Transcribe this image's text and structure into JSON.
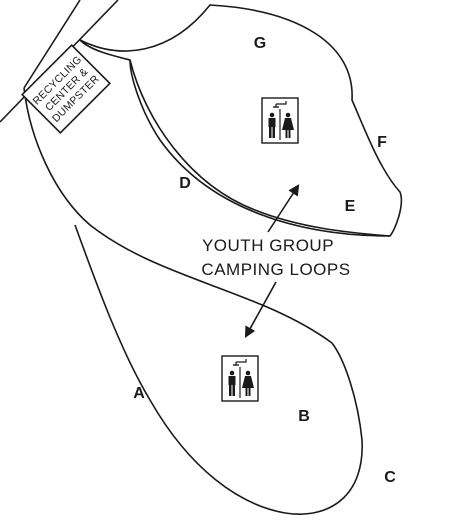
{
  "recycling_sign": {
    "line1": "RECYCLING",
    "line2": "CENTER &",
    "line3": "DUMPSTER"
  },
  "loops": {
    "a": "A",
    "b": "B",
    "c": "C",
    "d": "D",
    "e": "E",
    "f": "F",
    "g": "G"
  },
  "caption": {
    "line1": "YOUTH GROUP",
    "line2": "CAMPING LOOPS"
  },
  "icons": {
    "restroom": "restroom-shower-icon"
  },
  "colors": {
    "ink": "#1a1a1a",
    "background": "#ffffff"
  }
}
